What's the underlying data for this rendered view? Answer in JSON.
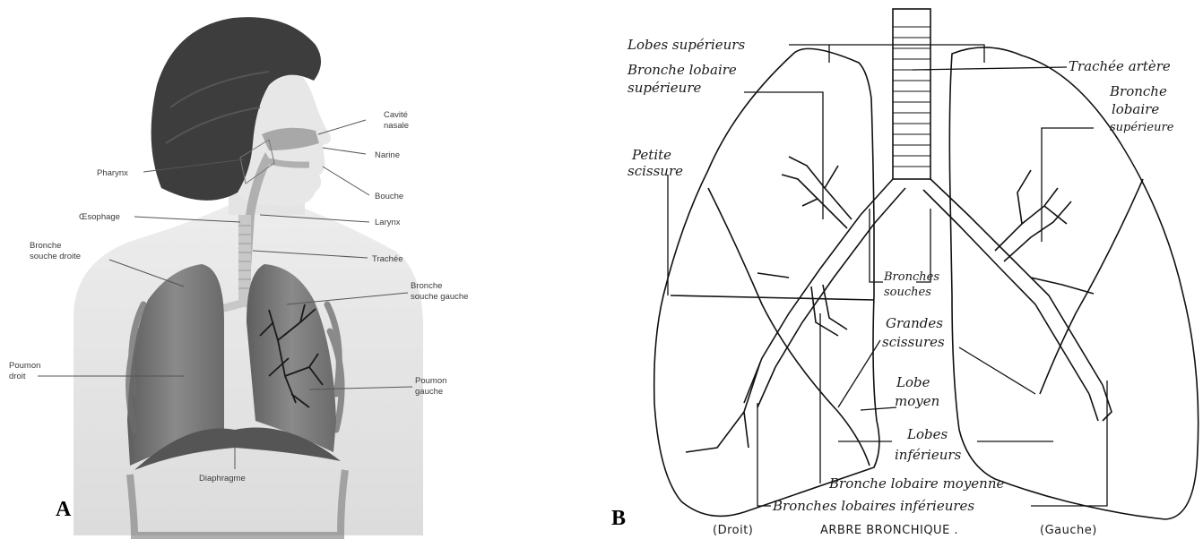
{
  "panel_a": {
    "letter": "A",
    "labels": {
      "cavite_nasale_1": "Cavité",
      "cavite_nasale_2": "nasale",
      "narine": "Narine",
      "pharynx": "Pharynx",
      "bouche": "Bouche",
      "oesophage": "Œsophage",
      "larynx": "Larynx",
      "bronche_droite_1": "Bronche",
      "bronche_droite_2": "souche droite",
      "trachee": "Trachée",
      "bronche_gauche_1": "Bronche",
      "bronche_gauche_2": "souche gauche",
      "poumon_droit_1": "Poumon",
      "poumon_droit_2": "droit",
      "poumon_gauche_1": "Poumon",
      "poumon_gauche_2": "gauche",
      "diaphragme": "Diaphragme"
    }
  },
  "panel_b": {
    "letter": "B",
    "labels": {
      "lobes_superieurs": "Lobes supérieurs",
      "bronche_lobaire_sup_1": "Bronche lobaire",
      "bronche_lobaire_sup_2": "supérieure",
      "trachee_artere": "Trachée artère",
      "bronche_r_1": "Bronche",
      "bronche_r_2": "lobaire",
      "bronche_r_3": "supérieure",
      "petite_scissure_1": "Petite",
      "petite_scissure_2": "scissure",
      "bronches_souches_1": "Bronches",
      "bronches_souches_2": "souches",
      "grandes_scissures_1": "Grandes",
      "grandes_scissures_2": "scissures",
      "lobe_moyen_1": "Lobe",
      "lobe_moyen_2": "moyen",
      "lobes_inferieurs_1": "Lobes",
      "lobes_inferieurs_2": "inférieurs",
      "bronche_lobaire_moyenne": "Bronche lobaire moyenne",
      "bronches_lobaires_inferieures": "Bronches lobaires inférieures",
      "droit": "(Droit)",
      "titre": "ARBRE BRONCHIQUE .",
      "gauche": "(Gauche)"
    }
  }
}
